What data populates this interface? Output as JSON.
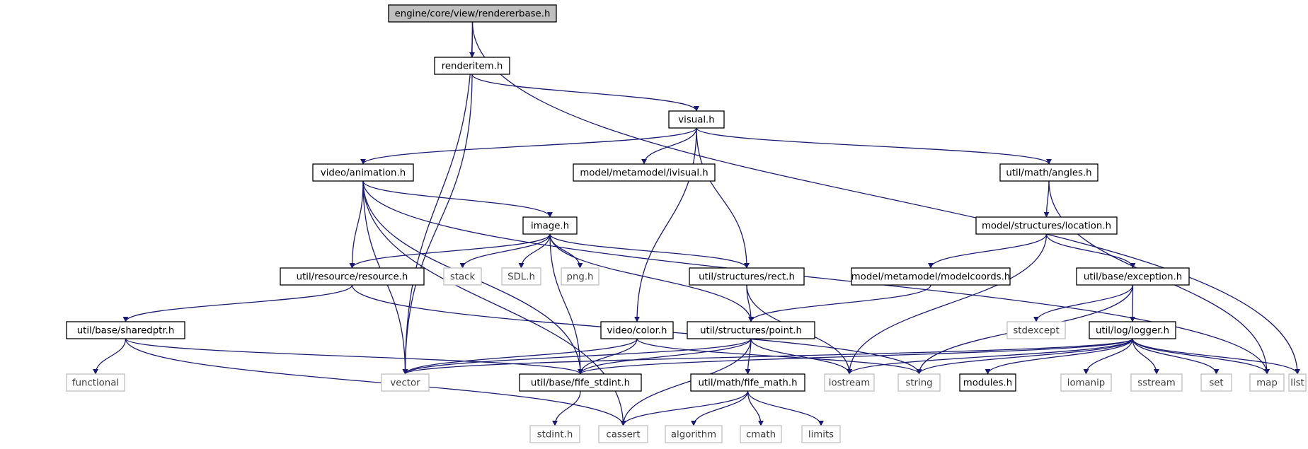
{
  "graph": {
    "root": "rendererbase",
    "colors": {
      "edge": "#191970",
      "root_fill": "#bfbfbf",
      "local_stroke": "#000000",
      "system_stroke": "#bfbfbf",
      "system_text": "#3c3c3c"
    },
    "nodes": [
      {
        "id": "rendererbase",
        "label": "engine/core/view/rendererbase.h",
        "kind": "root"
      },
      {
        "id": "renderitem",
        "label": "renderitem.h",
        "kind": "local"
      },
      {
        "id": "visual",
        "label": "visual.h",
        "kind": "local"
      },
      {
        "id": "animation",
        "label": "video/animation.h",
        "kind": "local"
      },
      {
        "id": "ivisual",
        "label": "model/metamodel/ivisual.h",
        "kind": "local"
      },
      {
        "id": "angles",
        "label": "util/math/angles.h",
        "kind": "local"
      },
      {
        "id": "image",
        "label": "image.h",
        "kind": "local"
      },
      {
        "id": "location",
        "label": "model/structures/location.h",
        "kind": "local"
      },
      {
        "id": "resource",
        "label": "util/resource/resource.h",
        "kind": "local"
      },
      {
        "id": "stack",
        "label": "stack",
        "kind": "system"
      },
      {
        "id": "sdl",
        "label": "SDL.h",
        "kind": "system"
      },
      {
        "id": "png",
        "label": "png.h",
        "kind": "system"
      },
      {
        "id": "rect",
        "label": "util/structures/rect.h",
        "kind": "local"
      },
      {
        "id": "modelcoords",
        "label": "model/metamodel/modelcoords.h",
        "kind": "local"
      },
      {
        "id": "exception",
        "label": "util/base/exception.h",
        "kind": "local"
      },
      {
        "id": "sharedptr",
        "label": "util/base/sharedptr.h",
        "kind": "local"
      },
      {
        "id": "color",
        "label": "video/color.h",
        "kind": "local"
      },
      {
        "id": "point",
        "label": "util/structures/point.h",
        "kind": "local"
      },
      {
        "id": "stdexcept",
        "label": "stdexcept",
        "kind": "system"
      },
      {
        "id": "logger",
        "label": "util/log/logger.h",
        "kind": "local"
      },
      {
        "id": "functional",
        "label": "functional",
        "kind": "system"
      },
      {
        "id": "vector",
        "label": "vector",
        "kind": "system"
      },
      {
        "id": "fife_stdint",
        "label": "util/base/fife_stdint.h",
        "kind": "local"
      },
      {
        "id": "fife_math",
        "label": "util/math/fife_math.h",
        "kind": "local"
      },
      {
        "id": "iostream",
        "label": "iostream",
        "kind": "system"
      },
      {
        "id": "string",
        "label": "string",
        "kind": "system"
      },
      {
        "id": "modules",
        "label": "modules.h",
        "kind": "local"
      },
      {
        "id": "iomanip",
        "label": "iomanip",
        "kind": "system"
      },
      {
        "id": "sstream",
        "label": "sstream",
        "kind": "system"
      },
      {
        "id": "set",
        "label": "set",
        "kind": "system"
      },
      {
        "id": "map",
        "label": "map",
        "kind": "system"
      },
      {
        "id": "list",
        "label": "list",
        "kind": "system"
      },
      {
        "id": "stdint",
        "label": "stdint.h",
        "kind": "system"
      },
      {
        "id": "cassert",
        "label": "cassert",
        "kind": "system"
      },
      {
        "id": "algorithm",
        "label": "algorithm",
        "kind": "system"
      },
      {
        "id": "cmath",
        "label": "cmath",
        "kind": "system"
      },
      {
        "id": "limits",
        "label": "limits",
        "kind": "system"
      }
    ],
    "edges": [
      {
        "from": "rendererbase",
        "to": "renderitem"
      },
      {
        "from": "rendererbase",
        "to": "vector"
      },
      {
        "from": "rendererbase",
        "to": "list"
      },
      {
        "from": "renderitem",
        "to": "visual"
      },
      {
        "from": "renderitem",
        "to": "vector"
      },
      {
        "from": "visual",
        "to": "animation"
      },
      {
        "from": "visual",
        "to": "ivisual"
      },
      {
        "from": "visual",
        "to": "angles"
      },
      {
        "from": "visual",
        "to": "rect"
      },
      {
        "from": "visual",
        "to": "color"
      },
      {
        "from": "animation",
        "to": "image"
      },
      {
        "from": "animation",
        "to": "resource"
      },
      {
        "from": "animation",
        "to": "fife_stdint"
      },
      {
        "from": "animation",
        "to": "vector"
      },
      {
        "from": "animation",
        "to": "cassert"
      },
      {
        "from": "animation",
        "to": "map"
      },
      {
        "from": "angles",
        "to": "location"
      },
      {
        "from": "angles",
        "to": "map"
      },
      {
        "from": "image",
        "to": "resource"
      },
      {
        "from": "image",
        "to": "stack"
      },
      {
        "from": "image",
        "to": "sdl"
      },
      {
        "from": "image",
        "to": "png"
      },
      {
        "from": "image",
        "to": "rect"
      },
      {
        "from": "image",
        "to": "point"
      },
      {
        "from": "image",
        "to": "fife_stdint"
      },
      {
        "from": "location",
        "to": "modelcoords"
      },
      {
        "from": "location",
        "to": "exception"
      },
      {
        "from": "location",
        "to": "iostream"
      },
      {
        "from": "resource",
        "to": "sharedptr"
      },
      {
        "from": "resource",
        "to": "string"
      },
      {
        "from": "rect",
        "to": "point"
      },
      {
        "from": "rect",
        "to": "iostream"
      },
      {
        "from": "modelcoords",
        "to": "point"
      },
      {
        "from": "exception",
        "to": "stdexcept"
      },
      {
        "from": "exception",
        "to": "logger"
      },
      {
        "from": "exception",
        "to": "string"
      },
      {
        "from": "sharedptr",
        "to": "functional"
      },
      {
        "from": "sharedptr",
        "to": "fife_stdint"
      },
      {
        "from": "sharedptr",
        "to": "cassert"
      },
      {
        "from": "color",
        "to": "vector"
      },
      {
        "from": "color",
        "to": "fife_stdint"
      },
      {
        "from": "color",
        "to": "string"
      },
      {
        "from": "point",
        "to": "fife_math"
      },
      {
        "from": "point",
        "to": "iostream"
      },
      {
        "from": "point",
        "to": "cassert"
      },
      {
        "from": "point",
        "to": "vector"
      },
      {
        "from": "point",
        "to": "fife_stdint"
      },
      {
        "from": "logger",
        "to": "vector"
      },
      {
        "from": "logger",
        "to": "fife_stdint"
      },
      {
        "from": "logger",
        "to": "iostream"
      },
      {
        "from": "logger",
        "to": "string"
      },
      {
        "from": "logger",
        "to": "modules"
      },
      {
        "from": "logger",
        "to": "iomanip"
      },
      {
        "from": "logger",
        "to": "sstream"
      },
      {
        "from": "logger",
        "to": "set"
      },
      {
        "from": "logger",
        "to": "map"
      },
      {
        "from": "logger",
        "to": "list"
      },
      {
        "from": "fife_stdint",
        "to": "stdint"
      },
      {
        "from": "fife_math",
        "to": "cassert"
      },
      {
        "from": "fife_math",
        "to": "algorithm"
      },
      {
        "from": "fife_math",
        "to": "cmath"
      },
      {
        "from": "fife_math",
        "to": "limits"
      }
    ]
  }
}
